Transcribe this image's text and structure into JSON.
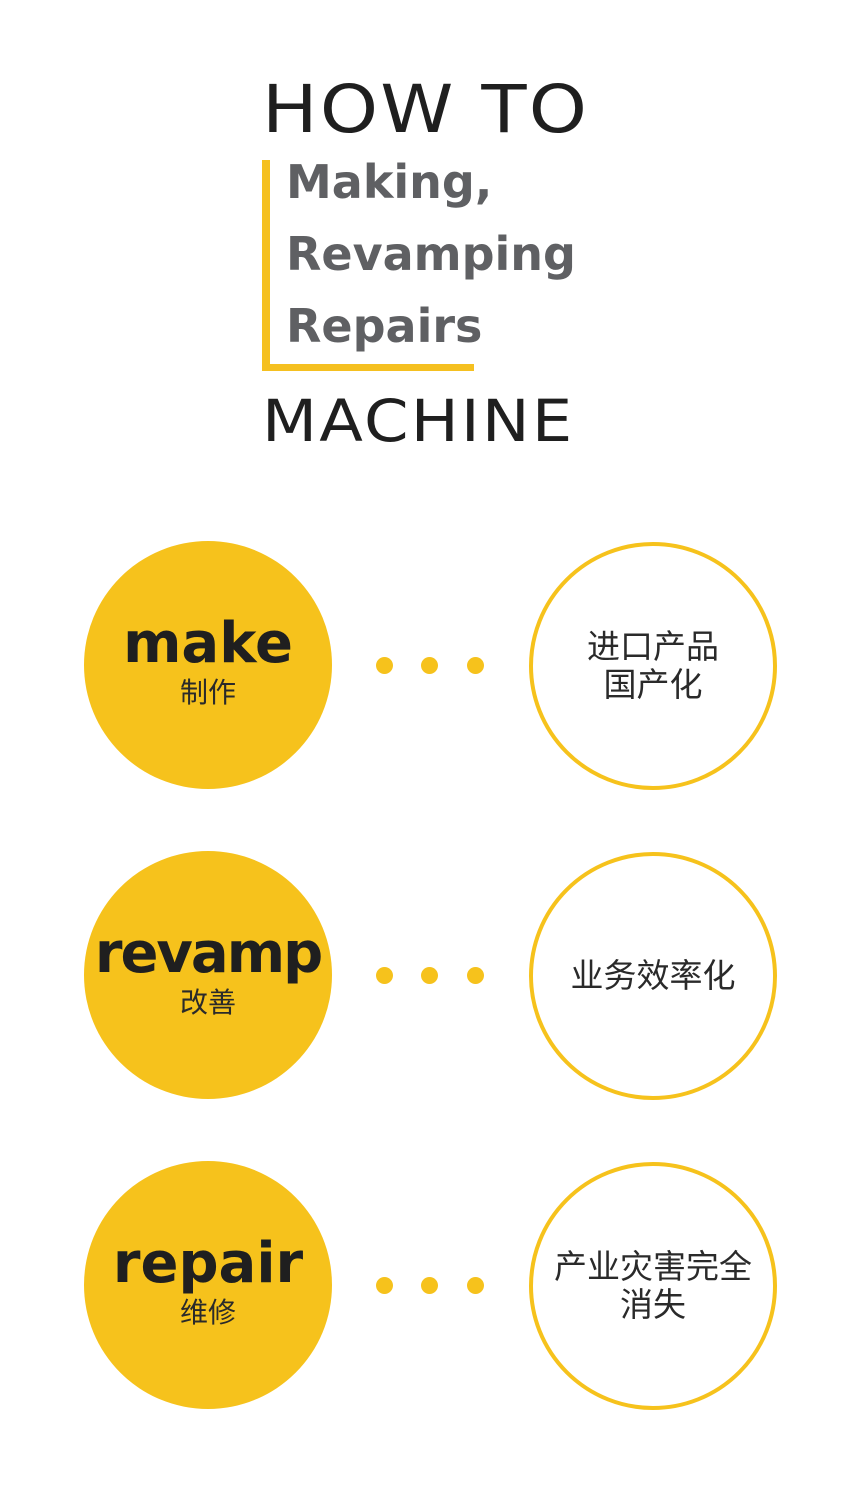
{
  "header": {
    "how_to": "HOW TO",
    "subtitle_lines": [
      "Making,",
      "Revamping",
      "Repairs"
    ],
    "machine": "MACHINE"
  },
  "rows": [
    {
      "en": "make",
      "zh": "制作",
      "result_lines": [
        "进口产品",
        "国产化"
      ]
    },
    {
      "en": "revamp",
      "zh": "改善",
      "result_lines": [
        "业务效率化"
      ]
    },
    {
      "en": "repair",
      "zh": "维修",
      "result_lines": [
        "产业灾害完全",
        "消失"
      ]
    }
  ],
  "colors": {
    "accent": "#f6c21c",
    "title": "#1f1f1f",
    "subtitle": "#5f6063"
  }
}
